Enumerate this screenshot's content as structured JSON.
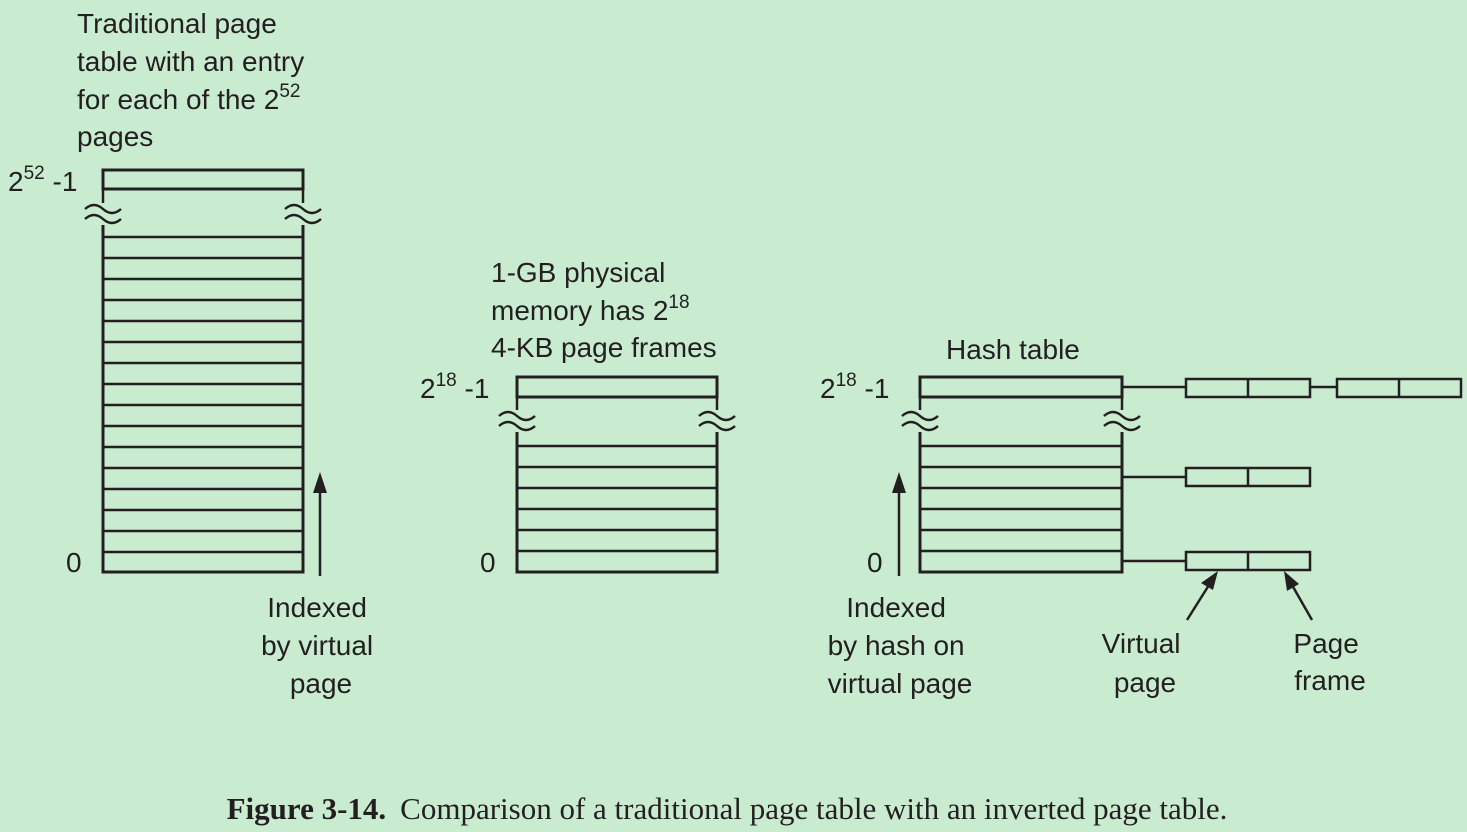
{
  "traditional": {
    "description": [
      "Traditional page",
      "table with an entry",
      "for each of the 2",
      "pages"
    ],
    "description_sup": "52",
    "top_index_base": "2",
    "top_index_sup": "52",
    "top_index_suffix": " -1",
    "bottom_index": "0",
    "indexed_label": [
      "Indexed",
      "by virtual",
      "page"
    ]
  },
  "physical": {
    "description": [
      "1-GB physical",
      "memory has 2",
      "4-KB page frames"
    ],
    "description_sup": "18",
    "top_index_base": "2",
    "top_index_sup": "18",
    "top_index_suffix": " -1",
    "bottom_index": "0"
  },
  "hash": {
    "title": "Hash table",
    "top_index_base": "2",
    "top_index_sup": "18",
    "top_index_suffix": " -1",
    "bottom_index": "0",
    "indexed_label": [
      "Indexed",
      "by hash on",
      "virtual page"
    ],
    "virtual_page_label": [
      "Virtual",
      "page"
    ],
    "page_frame_label": [
      "Page",
      "frame"
    ]
  },
  "caption": {
    "number": "Figure 3-14.",
    "text": "Comparison of a traditional page table with an inverted page table."
  }
}
